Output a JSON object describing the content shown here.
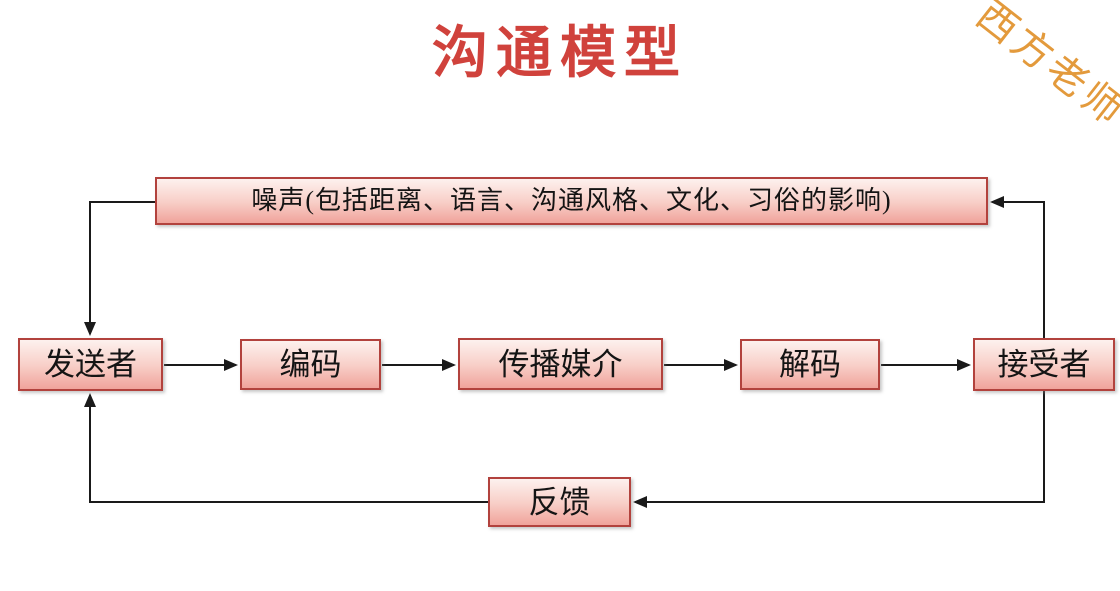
{
  "slide": {
    "title": "沟通模型",
    "watermark": "西方老师"
  },
  "diagram": {
    "noise_label": "噪声(包括距离、语言、沟通风格、文化、习俗的影响)",
    "nodes": {
      "sender": "发送者",
      "encode": "编码",
      "medium": "传播媒介",
      "decode": "解码",
      "receiver": "接受者",
      "feedback": "反馈"
    },
    "edges": [
      {
        "from": "sender",
        "to": "encode"
      },
      {
        "from": "encode",
        "to": "medium"
      },
      {
        "from": "medium",
        "to": "decode"
      },
      {
        "from": "decode",
        "to": "receiver"
      },
      {
        "from": "receiver",
        "to": "noise"
      },
      {
        "from": "noise",
        "to": "sender"
      },
      {
        "from": "receiver",
        "to": "feedback"
      },
      {
        "from": "feedback",
        "to": "sender"
      }
    ],
    "colors": {
      "title_text": "#D0423C",
      "node_border": "#B2423D",
      "node_fill_top": "#FDF1EE",
      "node_fill_bottom": "#F0A39B",
      "node_text": "#141414",
      "watermark_text": "#E39A3C",
      "arrow": "#1A1A1A",
      "background": "#FFFFFF"
    }
  }
}
